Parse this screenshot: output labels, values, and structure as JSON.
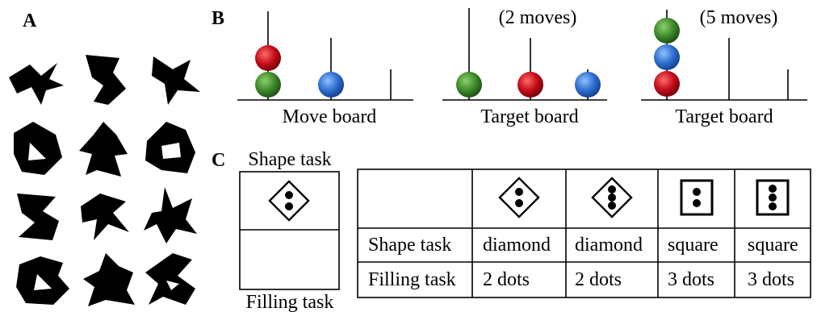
{
  "panel_labels": {
    "a": "A",
    "b": "B",
    "c": "C"
  },
  "panel_b": {
    "boards": [
      {
        "caption": "Move board",
        "moves": ""
      },
      {
        "caption": "Target board",
        "moves": "(2 moves)"
      },
      {
        "caption": "Target board",
        "moves": "(5 moves)"
      }
    ],
    "ball_colors": {
      "red": "#c40d1a",
      "green": "#3f8a2a",
      "blue": "#2f6fd0"
    }
  },
  "panel_c": {
    "left": {
      "top_label": "Shape task",
      "bottom_label": "Filling task"
    },
    "table": {
      "row_headers": [
        "Shape task",
        "Filling task"
      ],
      "columns": [
        {
          "shape": "diamond",
          "dots": 2,
          "filling": "2 dots"
        },
        {
          "shape": "diamond",
          "dots": 3,
          "filling": "2 dots"
        },
        {
          "shape": "square",
          "dots": 2,
          "filling": "3 dots"
        },
        {
          "shape": "square",
          "dots": 3,
          "filling": "3 dots"
        }
      ]
    }
  },
  "icons": [
    "tangram-silhouette-icon",
    "diamond-icon",
    "square-icon",
    "dot-icon"
  ]
}
